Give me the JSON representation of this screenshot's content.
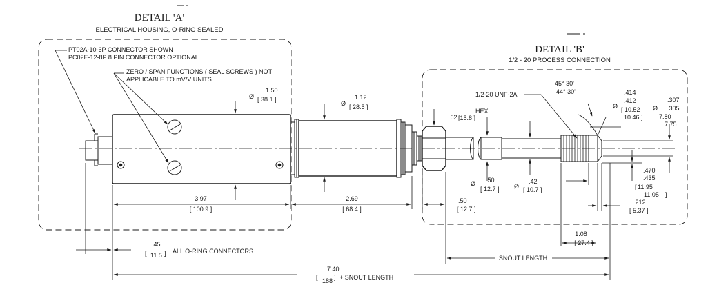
{
  "detail_a": {
    "title": "DETAIL 'A'",
    "subtitle": "ELECTRICAL HOUSING, O-RING SEALED",
    "connector_note_1": "PT02A-10-6P  CONNECTOR SHOWN",
    "connector_note_2": "PC02E-12-8P  8 PIN CONNECTOR OPTIONAL",
    "zero_span_note_1": "ZERO / SPAN FUNCTIONS ( SEAL SCREWS ) NOT",
    "zero_span_note_2": "APPLICABLE TO mV/V UNITS"
  },
  "detail_b": {
    "title": "DETAIL 'B'",
    "subtitle": "1/2 - 20 PROCESS CONNECTION",
    "thread_label": "1/2-20 UNF-2A",
    "hex_label": "HEX"
  },
  "dimensions": {
    "housing_dia": "1.50",
    "housing_dia_mm": "[ 38.1 ]",
    "body_dia": "1.12",
    "body_dia_mm": "[ 28.5 ]",
    "housing_len": "3.97",
    "housing_len_mm": "[ 100.9 ]",
    "body_len": "2.69",
    "body_len_mm": "[ 68.4 ]",
    "hex_size": ".62",
    "hex_size_mm": "[15.8 ]",
    "hex_len": ".50",
    "hex_len_mm": "[ 12.7 ]",
    "snout_dia_50": ".50",
    "snout_dia_50_mm": "[ 12.7 ]",
    "snout_dia_42": ".42",
    "snout_dia_42_mm": "[ 10.7 ]",
    "angle_1": "45° 30'",
    "angle_2": "44° 30'",
    "dia_414": ".414",
    "dia_412": ".412",
    "dia_1052": "[ 10.52",
    "dia_1046": "10.46 ]",
    "dia_307": ".307",
    "dia_305": ".305",
    "dia_780": "7.80",
    "dia_775": "7.75",
    "dim_470": ".470",
    "dim_435": ".435",
    "dim_1195": "11.95",
    "dim_1105": "11.05",
    "dim_212": ".212",
    "dim_212_mm": "[ 5.37 ]",
    "dim_108": "1.08",
    "dim_108_mm": "[ 27.4 ]",
    "oring_len": ".45",
    "oring_len_mm": "11.5",
    "oring_note": "ALL O-RING CONNECTORS",
    "total_len": "7.40",
    "total_len_mm": "188",
    "total_note": "+ SNOUT LENGTH",
    "snout_len_label": "SNOUT LENGTH",
    "dia_symbol": "Ø"
  }
}
